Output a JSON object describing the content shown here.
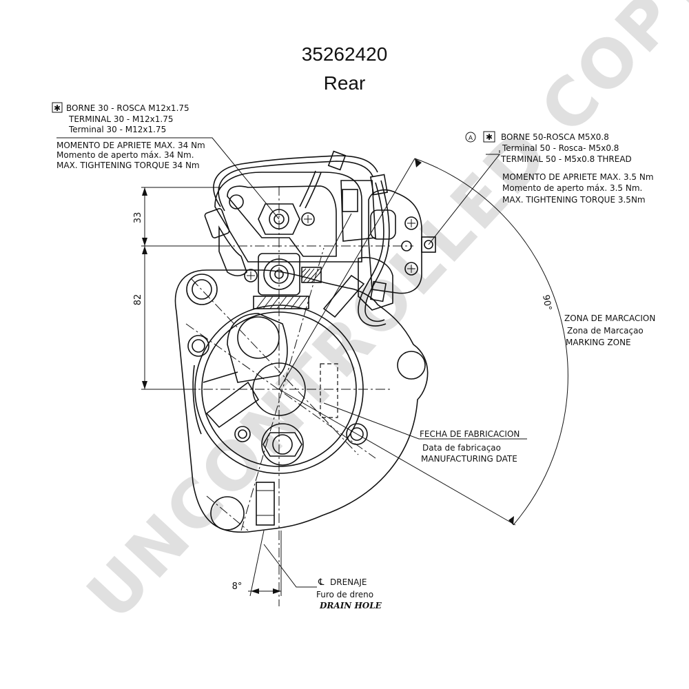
{
  "title": {
    "part_number": "35262420",
    "view": "Rear"
  },
  "watermark": "UNCONTROLLED COPY",
  "callouts": {
    "terminal_30": {
      "symbol": "✱",
      "lines": [
        "BORNE 30 - ROSCA M12x1.75",
        "TERMINAL 30 - M12x1.75",
        "Terminal 30 - M12x1.75"
      ],
      "torque_lines": [
        "MOMENTO DE APRIETE MAX. 34 Nm",
        "Momento de aperto máx. 34 Nm.",
        "MAX. TIGHTENING TORQUE 34 Nm"
      ]
    },
    "terminal_50": {
      "circle_label": "A",
      "symbol": "✱",
      "lines": [
        "BORNE 50-ROSCA M5X0.8",
        "Terminal 50 - Rosca- M5x0.8",
        "TERMINAL 50 - M5x0.8 THREAD"
      ],
      "torque_lines": [
        "MOMENTO DE APRIETE MAX. 3.5 Nm",
        "Momento de aperto máx. 3.5 Nm.",
        "MAX. TIGHTENING TORQUE 3.5Nm"
      ]
    },
    "marking_zone": {
      "lines": [
        "ZONA DE MARCACION",
        "Zona de Marcaçao",
        "MARKING ZONE"
      ]
    },
    "manufacturing_date": {
      "lines": [
        "FECHA DE FABRICACION",
        "Data de fabricaçao",
        "MANUFACTURING DATE"
      ]
    },
    "drain_hole": {
      "lines": [
        "DRENAJE",
        "Furo de dreno",
        "DRAIN HOLE"
      ],
      "centerline_symbol": "℄"
    }
  },
  "dimensions": {
    "top_height": "33",
    "main_height": "82",
    "arc_angle": "90°",
    "drain_angle": "8°"
  }
}
